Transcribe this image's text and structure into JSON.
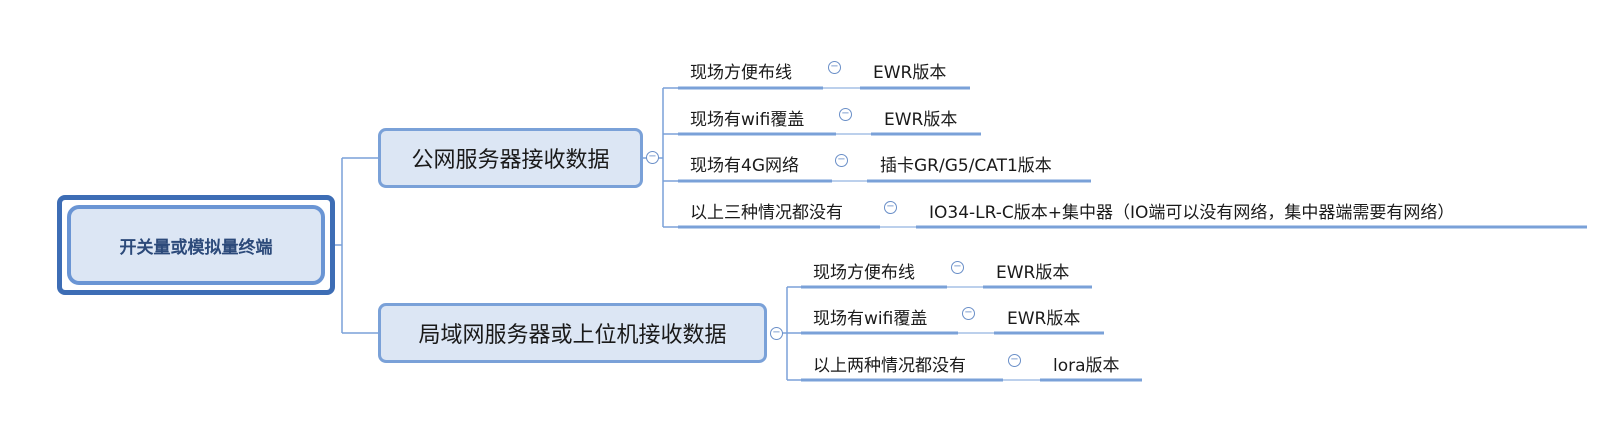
{
  "root": {
    "label": "开关量或模拟量终端"
  },
  "branches": [
    {
      "label": "公网服务器接收数据",
      "children": [
        {
          "condition": "现场方便布线",
          "solution": "EWR版本"
        },
        {
          "condition": "现场有wifi覆盖",
          "solution": "EWR版本"
        },
        {
          "condition": "现场有4G网络",
          "solution": "插卡GR/G5/CAT1版本"
        },
        {
          "condition": "以上三种情况都没有",
          "solution": "IO34-LR-C版本+集中器（IO端可以没有网络，集中器端需要有网络）"
        }
      ]
    },
    {
      "label": "局域网服务器或上位机接收数据",
      "children": [
        {
          "condition": "现场方便布线",
          "solution": "EWR版本"
        },
        {
          "condition": "现场有wifi覆盖",
          "solution": "EWR版本"
        },
        {
          "condition": "以上两种情况都没有",
          "solution": "lora版本"
        }
      ]
    }
  ],
  "icons": {
    "collapse": "collapse-minus-icon"
  },
  "colors": {
    "root_border": "#3d6db5",
    "node_fill": "#dce6f4",
    "line": "#7aa1d8"
  }
}
